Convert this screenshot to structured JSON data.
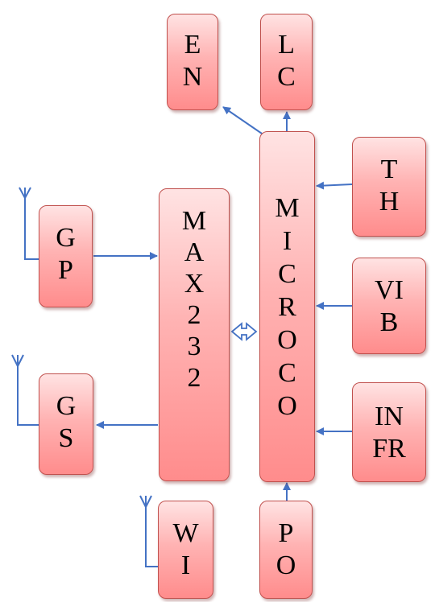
{
  "diagram": {
    "blocks": {
      "en": "E\nN",
      "lc": "L\nC",
      "th": "T\nH",
      "gp": "G\nP",
      "max232": "M\nA\nX\n2\n3\n2",
      "micro": "M\nI\nC\nR\nO\nC\nO",
      "vib": "VI\nB",
      "gs": "G\nS",
      "infr": "IN\nFR",
      "wi": "W\nI",
      "po": "P\nO"
    },
    "colors": {
      "block_fill": "#ff9e9e",
      "block_border": "#c0504d",
      "connector": "#4472c4"
    },
    "icons": [
      "antenna-icon",
      "arrow-head-icon",
      "bidirectional-arrow-icon"
    ]
  }
}
